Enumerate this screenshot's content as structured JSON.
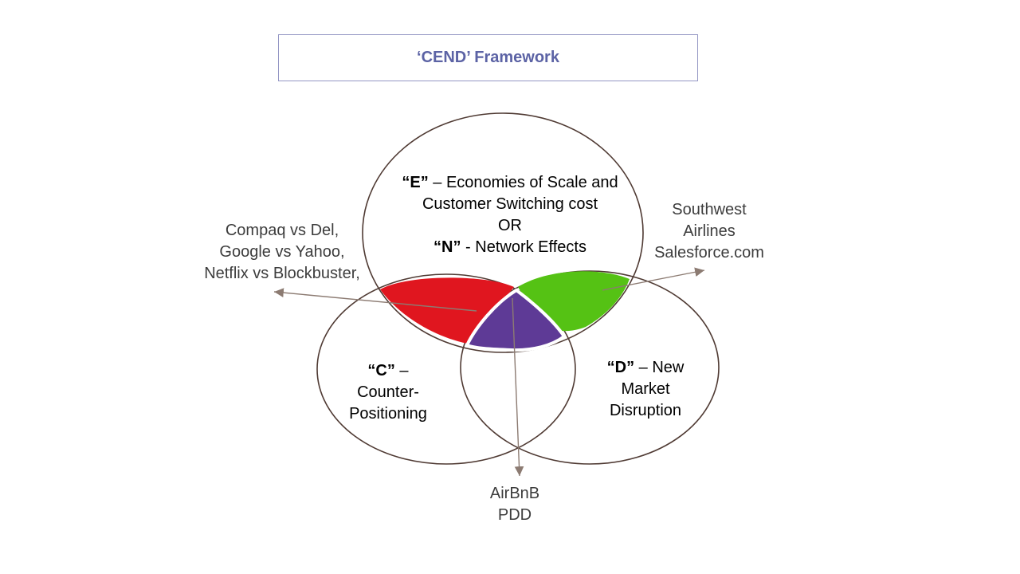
{
  "title": "‘CEND’ Framework",
  "circles": {
    "top": {
      "label_bold_1": "“E”",
      "label_rest_1": " – Economies of Scale and",
      "line_2": "Customer Switching cost",
      "line_3": "OR",
      "label_bold_2": "“N”",
      "label_rest_2": " - Network Effects"
    },
    "left": {
      "label_bold": "“C”",
      "label_rest": " –",
      "line_2": "Counter-",
      "line_3": "Positioning"
    },
    "right": {
      "label_bold": "“D”",
      "label_rest": " – New",
      "line_2": "Market",
      "line_3": "Disruption"
    }
  },
  "annotations": {
    "left": {
      "lines": [
        "Compaq vs Del,",
        "Google vs Yahoo,",
        "Netflix vs Blockbuster,"
      ]
    },
    "right": {
      "lines": [
        "Southwest",
        "Airlines",
        "Salesforce.com"
      ]
    },
    "bottom": {
      "lines": [
        "AirBnB",
        "PDD"
      ]
    }
  },
  "colors": {
    "background": "#ffffff",
    "title_text": "#5c63a5",
    "title_border": "#9496c4",
    "circle_outline": "#4f3a33",
    "overlap_red": "#e0161f",
    "overlap_green": "#55c214",
    "overlap_purple": "#5e3a96",
    "annotation_text": "#3d3d3d",
    "arrow": "#8c7b72"
  }
}
